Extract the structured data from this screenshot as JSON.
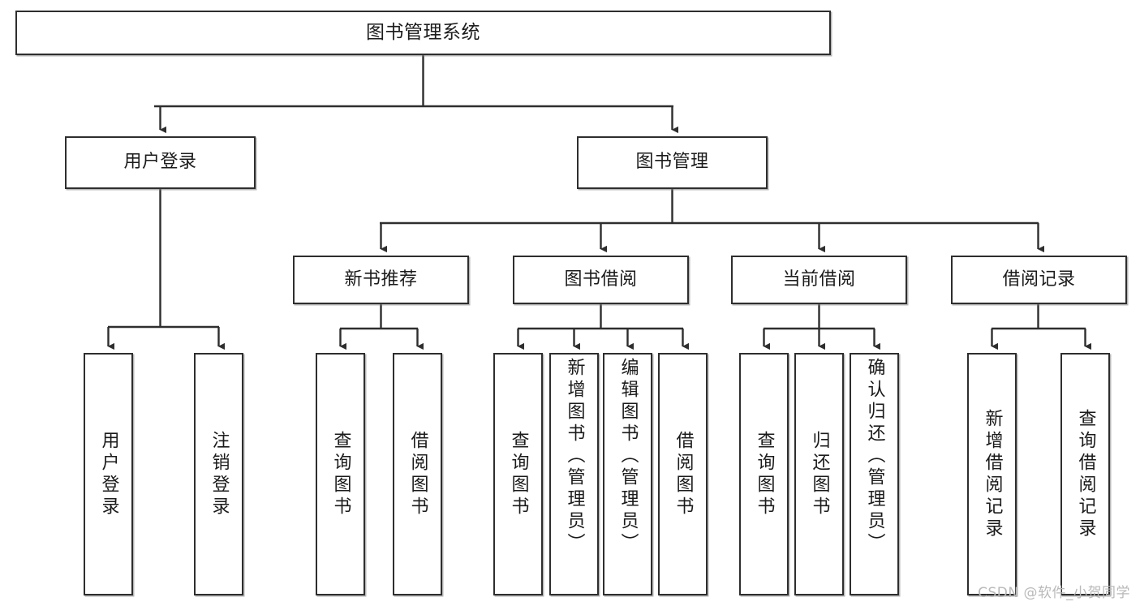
{
  "diagram": {
    "type": "tree",
    "title": "图书管理系统",
    "root": {
      "label": "图书管理系统"
    },
    "level1": [
      {
        "label": "用户登录"
      },
      {
        "label": "图书管理"
      }
    ],
    "level2": [
      {
        "label": "新书推荐"
      },
      {
        "label": "图书借阅"
      },
      {
        "label": "当前借阅"
      },
      {
        "label": "借阅记录"
      }
    ],
    "leaves": {
      "user_login": [
        {
          "label": "用户登录"
        },
        {
          "label": "注销登录"
        }
      ],
      "new_book_rec": [
        {
          "label": "查询图书"
        },
        {
          "label": "借阅图书"
        }
      ],
      "book_borrow": [
        {
          "label": "查询图书"
        },
        {
          "label": "新增图书（管理员）"
        },
        {
          "label": "编辑图书（管理员）"
        },
        {
          "label": "借阅图书"
        }
      ],
      "current_borrow": [
        {
          "label": "查询图书"
        },
        {
          "label": "归还图书"
        },
        {
          "label": "确认归还（管理员）"
        }
      ],
      "borrow_record": [
        {
          "label": "新增借阅记录"
        },
        {
          "label": "查询借阅记录"
        }
      ]
    },
    "colors": {
      "stroke": "#2e2e2e",
      "fill": "#ffffff",
      "text": "#1b1b1b",
      "watermark": "#b9b9b9"
    }
  },
  "watermark": {
    "text": "CSDN @软件_小贺同学"
  }
}
